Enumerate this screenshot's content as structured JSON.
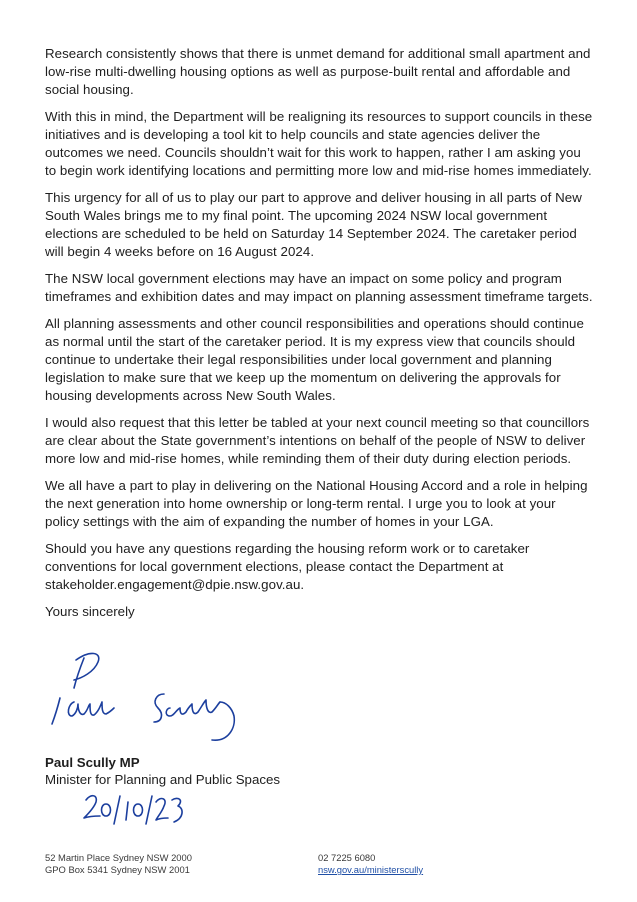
{
  "letter": {
    "paragraphs": [
      "Research consistently shows that there is unmet demand for additional small apartment and low-rise multi-dwelling housing options as well as purpose-built rental and affordable and social housing.",
      "With this in mind, the Department will be realigning its resources to support councils in these initiatives and is developing a tool kit to help councils and state agencies deliver the outcomes we need. Councils shouldn’t wait for this work to happen, rather I am asking you to begin work identifying locations and permitting more low and mid-rise homes immediately.",
      "This urgency for all of us to play our part to approve and deliver housing in all parts of New South Wales brings me to my final point. The upcoming 2024 NSW local government elections are scheduled to be held on Saturday 14 September 2024. The caretaker period will begin 4 weeks before on 16 August 2024.",
      "The NSW local government elections may have an impact on some policy and program timeframes and exhibition dates and may impact on planning assessment timeframe targets.",
      "All planning assessments and other council responsibilities and operations should continue as normal until the start of the caretaker period.  It is my express view that councils should continue to undertake their legal responsibilities under local government and planning legislation to make sure that we keep up the momentum on delivering the approvals for housing developments across New South Wales.",
      "I would also request that this letter be tabled at your next council meeting so that councillors are clear about the State government’s intentions on behalf of the people of NSW to deliver more low and mid-rise homes, while reminding them of their duty during election periods.",
      "We all have a part to play in delivering on the National Housing Accord and a role in helping the next generation into home ownership or long-term rental. I urge you to look at your policy settings with the aim of expanding the number of homes in your LGA.",
      "Should you have any questions regarding the housing reform work or to caretaker conventions for local government elections, please contact the Department at stakeholder.engagement@dpie.nsw.gov.au."
    ],
    "closing": "Yours sincerely",
    "signature_text": "Paul Scully",
    "signer_name": "Paul Scully MP",
    "signer_title": "Minister for Planning and Public Spaces",
    "handwritten_date": "20/10/23"
  },
  "footer": {
    "address_line1": "52 Martin Place Sydney NSW 2000",
    "address_line2": "GPO Box 5341 Sydney NSW 2001",
    "phone": "02 7225 6080",
    "website": "nsw.gov.au/ministerscully"
  },
  "colors": {
    "text": "#1e1e1e",
    "ink": "#1c3f9e",
    "link": "#1f4fa6"
  }
}
